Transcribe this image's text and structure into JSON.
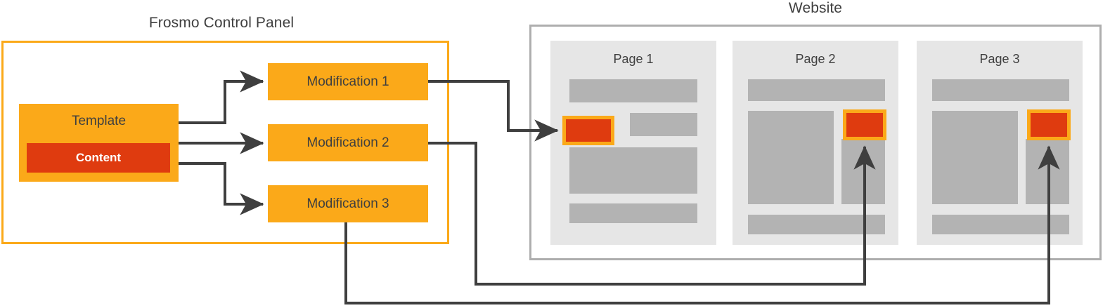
{
  "control_panel": {
    "title": "Frosmo Control Panel",
    "template": {
      "label": "Template",
      "content_label": "Content"
    },
    "modifications": [
      {
        "label": "Modification 1"
      },
      {
        "label": "Modification 2"
      },
      {
        "label": "Modification 3"
      }
    ]
  },
  "website": {
    "title": "Website",
    "pages": [
      {
        "title": "Page 1"
      },
      {
        "title": "Page 2"
      },
      {
        "title": "Page 3"
      }
    ]
  },
  "colors": {
    "brand_orange": "#FBA919",
    "content_red": "#DF3B0F",
    "connector_gray": "#3F3F3F",
    "panel_border_gray": "#AEAEAE",
    "page_bg": "#E6E6E6",
    "block_gray": "#B3B3B3",
    "text_dark": "#3F3F3F",
    "text_light": "#FFFFFF"
  },
  "connections": [
    {
      "from": "template",
      "to": "modification-1"
    },
    {
      "from": "template",
      "to": "modification-2"
    },
    {
      "from": "template",
      "to": "modification-3"
    },
    {
      "from": "modification-1",
      "to": "page-1-placement"
    },
    {
      "from": "modification-2",
      "to": "page-2-placement"
    },
    {
      "from": "modification-3",
      "to": "page-3-placement"
    }
  ]
}
